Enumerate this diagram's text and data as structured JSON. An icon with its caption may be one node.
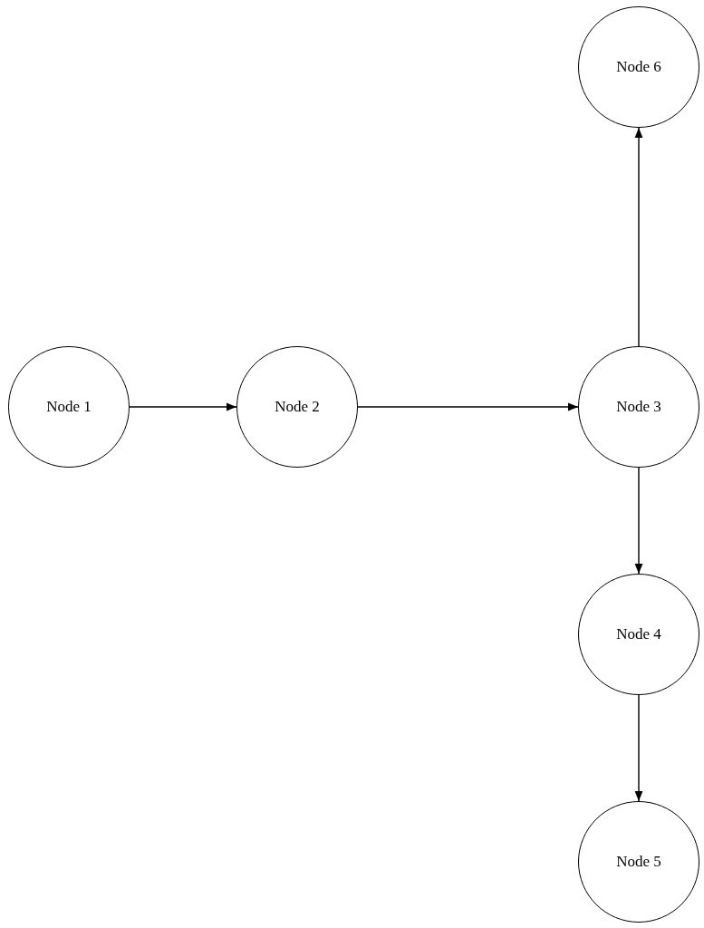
{
  "diagram": {
    "nodes": [
      {
        "text": [
          "Node 6"
        ]
      },
      {
        "text": [
          "Node 1"
        ]
      },
      {
        "text": [
          "Node 2"
        ]
      },
      {
        "text": [
          "Node 3"
        ]
      },
      {
        "text": [
          "Node 4"
        ]
      },
      {
        "text": [
          "Node 5"
        ]
      }
    ],
    "edges": [
      {
        "from": 1,
        "to": 2,
        "arrow": "to"
      },
      {
        "from": 2,
        "to": 3,
        "arrow": "to"
      },
      {
        "from": 3,
        "to": 0,
        "arrow": "to"
      },
      {
        "from": 3,
        "to": 4,
        "arrow": "to"
      },
      {
        "from": 4,
        "to": 5,
        "arrow": "to"
      }
    ]
  }
}
